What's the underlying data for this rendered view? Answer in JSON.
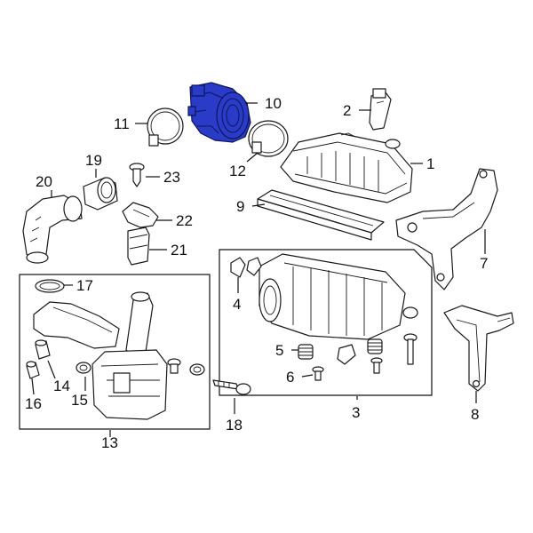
{
  "diagram": {
    "highlight_color": "#2a3cc7",
    "callouts": [
      {
        "id": "1",
        "label": "1"
      },
      {
        "id": "2",
        "label": "2"
      },
      {
        "id": "3",
        "label": "3"
      },
      {
        "id": "4",
        "label": "4"
      },
      {
        "id": "5",
        "label": "5"
      },
      {
        "id": "6",
        "label": "6"
      },
      {
        "id": "7",
        "label": "7"
      },
      {
        "id": "8",
        "label": "8"
      },
      {
        "id": "9",
        "label": "9"
      },
      {
        "id": "10",
        "label": "10"
      },
      {
        "id": "11",
        "label": "11"
      },
      {
        "id": "12",
        "label": "12"
      },
      {
        "id": "13",
        "label": "13"
      },
      {
        "id": "14",
        "label": "14"
      },
      {
        "id": "15",
        "label": "15"
      },
      {
        "id": "16",
        "label": "16"
      },
      {
        "id": "17",
        "label": "17"
      },
      {
        "id": "18",
        "label": "18"
      },
      {
        "id": "19",
        "label": "19"
      },
      {
        "id": "20",
        "label": "20"
      },
      {
        "id": "21",
        "label": "21"
      },
      {
        "id": "22",
        "label": "22"
      },
      {
        "id": "23",
        "label": "23"
      }
    ]
  }
}
